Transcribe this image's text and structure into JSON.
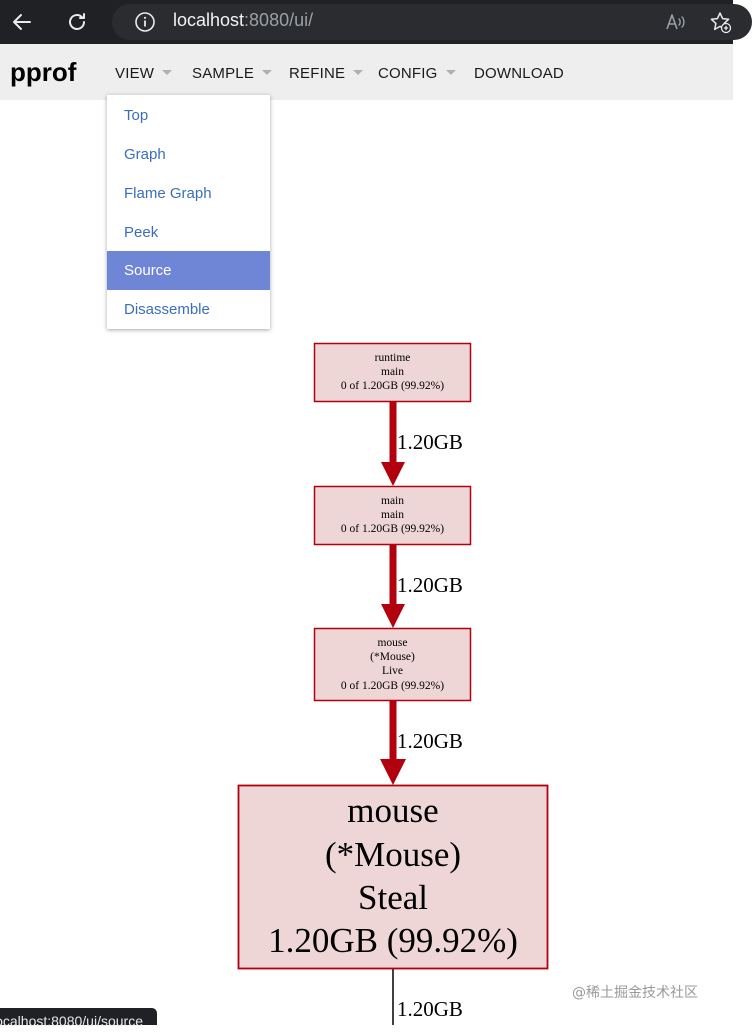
{
  "browser": {
    "url_host": "localhost",
    "url_rest": ":8080/ui/",
    "status_url": "localhost:8080/ui/source"
  },
  "header": {
    "title": "pprof",
    "menus": [
      "VIEW",
      "SAMPLE",
      "REFINE",
      "CONFIG",
      "DOWNLOAD"
    ]
  },
  "view_menu": {
    "items": [
      "Top",
      "Graph",
      "Flame Graph",
      "Peek",
      "Source",
      "Disassemble"
    ],
    "highlighted": "Source"
  },
  "graph": {
    "nodes": [
      {
        "lines": [
          "runtime",
          "main",
          "0 of 1.20GB (99.92%)"
        ]
      },
      {
        "lines": [
          "main",
          "main",
          "0 of 1.20GB (99.92%)"
        ]
      },
      {
        "lines": [
          "mouse",
          "(*Mouse)",
          "Live",
          "0 of 1.20GB (99.92%)"
        ]
      },
      {
        "lines": [
          "mouse",
          "(*Mouse)",
          "Steal",
          "1.20GB (99.92%)"
        ]
      }
    ],
    "edges": [
      "1.20GB",
      "1.20GB",
      "1.20GB",
      "1.20GB"
    ]
  },
  "colors": {
    "node_fill": "#edd6d5",
    "node_stroke": "#b2000e",
    "edge": "#b2000e",
    "menu_highlight": "#6f86d6",
    "menu_link": "#3a6ebd"
  },
  "watermark": "@稀土掘金技术社区"
}
